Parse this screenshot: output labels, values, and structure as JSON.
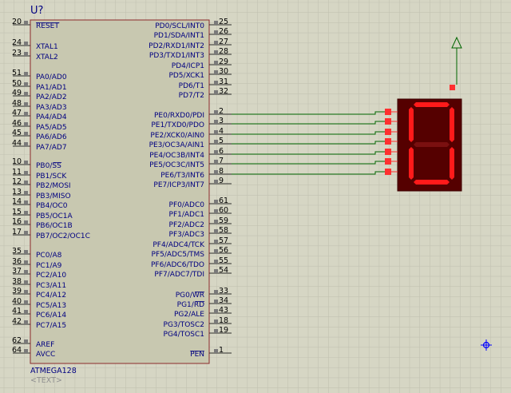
{
  "component": {
    "ref": "U?",
    "part": "ATMEGA128",
    "text_placeholder": "<TEXT>"
  },
  "colors": {
    "background": "#d6d6c4",
    "grid": "#c2c2b2",
    "body_fill": "#c8c8b0",
    "body_stroke": "#8b2a2a",
    "pin_line": "#2d2d2d",
    "pin_end": "#7a7a7a",
    "wire": "#006600",
    "text": "#000080",
    "number": "#000000",
    "display_bg": "#550000",
    "segment_on": "#ff1a1a",
    "segment_off": "#7a1010",
    "connector": "#ff3030",
    "power_arrow": "#006600",
    "marker": "#0000ff"
  },
  "left_pins": [
    {
      "num": "20",
      "name": "RESET",
      "bar": true
    },
    {
      "num": "24",
      "name": "XTAL1"
    },
    {
      "num": "23",
      "name": "XTAL2"
    },
    {
      "num": "51",
      "name": "PA0/AD0"
    },
    {
      "num": "50",
      "name": "PA1/AD1"
    },
    {
      "num": "49",
      "name": "PA2/AD2"
    },
    {
      "num": "48",
      "name": "PA3/AD3"
    },
    {
      "num": "47",
      "name": "PA4/AD4"
    },
    {
      "num": "46",
      "name": "PA5/AD5"
    },
    {
      "num": "45",
      "name": "PA6/AD6"
    },
    {
      "num": "44",
      "name": "PA7/AD7"
    },
    {
      "num": "10",
      "name": "PB0/SS",
      "barPart": "SS"
    },
    {
      "num": "11",
      "name": "PB1/SCK"
    },
    {
      "num": "12",
      "name": "PB2/MOSI"
    },
    {
      "num": "13",
      "name": "PB3/MISO"
    },
    {
      "num": "14",
      "name": "PB4/OC0"
    },
    {
      "num": "15",
      "name": "PB5/OC1A"
    },
    {
      "num": "16",
      "name": "PB6/OC1B"
    },
    {
      "num": "17",
      "name": "PB7/OC2/OC1C"
    },
    {
      "num": "35",
      "name": "PC0/A8"
    },
    {
      "num": "36",
      "name": "PC1/A9"
    },
    {
      "num": "37",
      "name": "PC2/A10"
    },
    {
      "num": "38",
      "name": "PC3/A11"
    },
    {
      "num": "39",
      "name": "PC4/A12"
    },
    {
      "num": "40",
      "name": "PC5/A13"
    },
    {
      "num": "41",
      "name": "PC6/A14"
    },
    {
      "num": "42",
      "name": "PC7/A15"
    },
    {
      "num": "62",
      "name": "AREF"
    },
    {
      "num": "64",
      "name": "AVCC"
    }
  ],
  "right_pins": [
    {
      "num": "25",
      "name": "PD0/SCL/INT0"
    },
    {
      "num": "26",
      "name": "PD1/SDA/INT1"
    },
    {
      "num": "27",
      "name": "PD2/RXD1/INT2"
    },
    {
      "num": "28",
      "name": "PD3/TXD1/INT3"
    },
    {
      "num": "29",
      "name": "PD4/ICP1"
    },
    {
      "num": "30",
      "name": "PD5/XCK1"
    },
    {
      "num": "31",
      "name": "PD6/T1"
    },
    {
      "num": "32",
      "name": "PD7/T2"
    },
    {
      "num": "2",
      "name": "PE0/RXD0/PDI"
    },
    {
      "num": "3",
      "name": "PE1/TXD0/PDO"
    },
    {
      "num": "4",
      "name": "PE2/XCK0/AIN0"
    },
    {
      "num": "5",
      "name": "PE3/OC3A/AIN1"
    },
    {
      "num": "6",
      "name": "PE4/OC3B/INT4"
    },
    {
      "num": "7",
      "name": "PE5/OC3C/INT5"
    },
    {
      "num": "8",
      "name": "PE6/T3/INT6"
    },
    {
      "num": "9",
      "name": "PE7/ICP3/INT7"
    },
    {
      "num": "61",
      "name": "PF0/ADC0"
    },
    {
      "num": "60",
      "name": "PF1/ADC1"
    },
    {
      "num": "59",
      "name": "PF2/ADC2"
    },
    {
      "num": "58",
      "name": "PF3/ADC3"
    },
    {
      "num": "57",
      "name": "PF4/ADC4/TCK"
    },
    {
      "num": "56",
      "name": "PF5/ADC5/TMS"
    },
    {
      "num": "55",
      "name": "PF6/ADC6/TDO"
    },
    {
      "num": "54",
      "name": "PF7/ADC7/TDI"
    },
    {
      "num": "33",
      "name": "PG0/WR",
      "barPart": "WR"
    },
    {
      "num": "34",
      "name": "PG1/RD",
      "barPart": "RD"
    },
    {
      "num": "43",
      "name": "PG2/ALE"
    },
    {
      "num": "18",
      "name": "PG3/TOSC2"
    },
    {
      "num": "19",
      "name": "PG4/TOSC1"
    },
    {
      "num": "1",
      "name": "PEN",
      "bar": true
    }
  ],
  "display": {
    "digit": "0",
    "segments_on": [
      "a",
      "b",
      "c",
      "d",
      "e",
      "f"
    ]
  }
}
